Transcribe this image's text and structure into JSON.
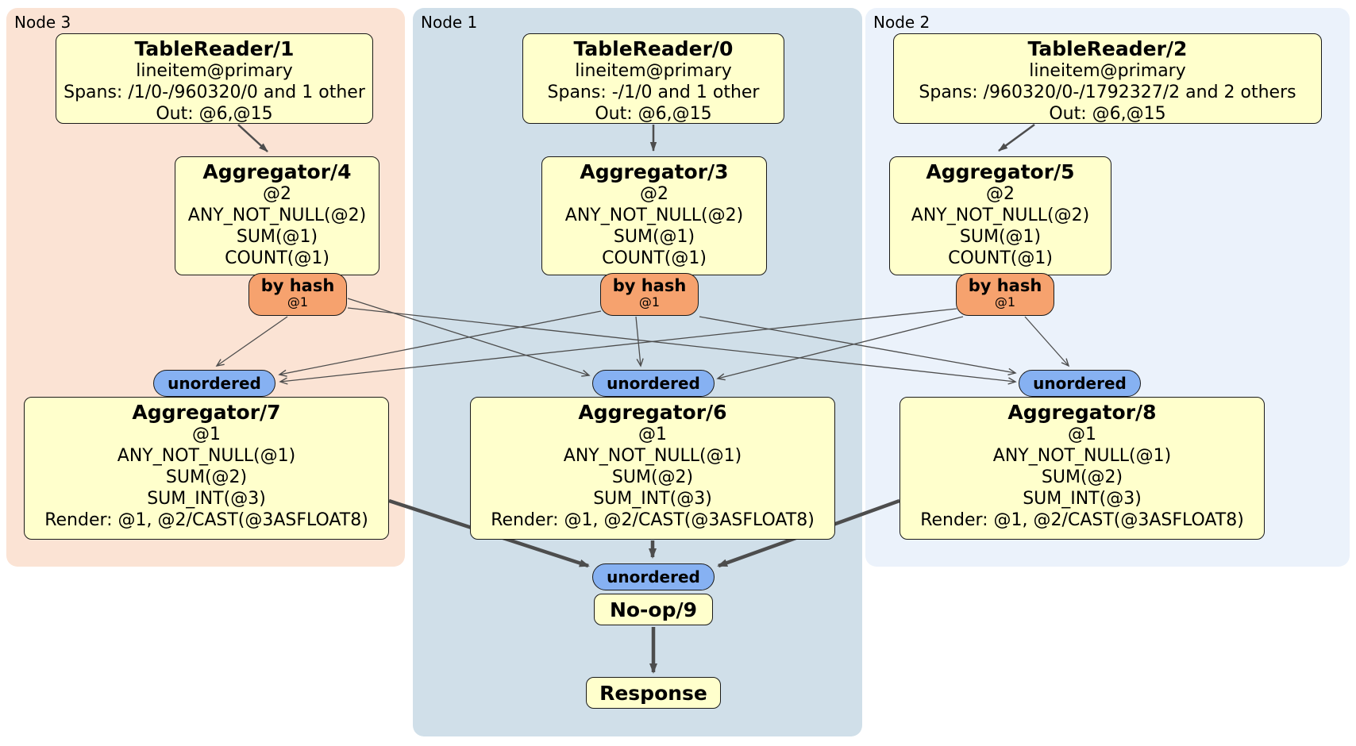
{
  "panels": {
    "node3": {
      "label": "Node 3",
      "bg": "#fbe3d4"
    },
    "node1": {
      "label": "Node 1",
      "bg": "#d0dfe9"
    },
    "node2": {
      "label": "Node 2",
      "bg": "#ebf2fb"
    }
  },
  "processors": {
    "tr1": {
      "title": "TableReader/1",
      "lines": [
        "lineitem@primary",
        "Spans: /1/0-/960320/0 and 1 other",
        "Out: @6,@15"
      ]
    },
    "tr0": {
      "title": "TableReader/0",
      "lines": [
        "lineitem@primary",
        "Spans: -/1/0 and 1 other",
        "Out: @6,@15"
      ]
    },
    "tr2": {
      "title": "TableReader/2",
      "lines": [
        "lineitem@primary",
        "Spans: /960320/0-/1792327/2 and 2 others",
        "Out: @6,@15"
      ]
    },
    "agg4": {
      "title": "Aggregator/4",
      "lines": [
        "@2",
        "ANY_NOT_NULL(@2)",
        "SUM(@1)",
        "COUNT(@1)"
      ]
    },
    "agg3": {
      "title": "Aggregator/3",
      "lines": [
        "@2",
        "ANY_NOT_NULL(@2)",
        "SUM(@1)",
        "COUNT(@1)"
      ]
    },
    "agg5": {
      "title": "Aggregator/5",
      "lines": [
        "@2",
        "ANY_NOT_NULL(@2)",
        "SUM(@1)",
        "COUNT(@1)"
      ]
    },
    "agg7": {
      "title": "Aggregator/7",
      "lines": [
        "@1",
        "ANY_NOT_NULL(@1)",
        "SUM(@2)",
        "SUM_INT(@3)",
        "Render: @1, @2/CAST(@3ASFLOAT8)"
      ]
    },
    "agg6": {
      "title": "Aggregator/6",
      "lines": [
        "@1",
        "ANY_NOT_NULL(@1)",
        "SUM(@2)",
        "SUM_INT(@3)",
        "Render: @1, @2/CAST(@3ASFLOAT8)"
      ]
    },
    "agg8": {
      "title": "Aggregator/8",
      "lines": [
        "@1",
        "ANY_NOT_NULL(@1)",
        "SUM(@2)",
        "SUM_INT(@3)",
        "Render: @1, @2/CAST(@3ASFLOAT8)"
      ]
    },
    "noop": {
      "title": "No-op/9"
    },
    "response": {
      "title": "Response"
    }
  },
  "routers": {
    "left": {
      "label": "by hash",
      "detail": "@1"
    },
    "center": {
      "label": "by hash",
      "detail": "@1"
    },
    "right": {
      "label": "by hash",
      "detail": "@1"
    }
  },
  "synchronizers": {
    "left": {
      "label": "unordered"
    },
    "center": {
      "label": "unordered"
    },
    "right": {
      "label": "unordered"
    },
    "bottom": {
      "label": "unordered"
    }
  },
  "colors": {
    "panel_node3": "#fbe3d4",
    "panel_node1": "#d0dfe9",
    "panel_node2": "#ebf2fb",
    "processor_fill": "#ffffcc",
    "router_fill": "#f6a26e",
    "synchronizer_fill": "#86b1f2",
    "border": "#1a1a1a",
    "edge": "#4d4d4d"
  }
}
